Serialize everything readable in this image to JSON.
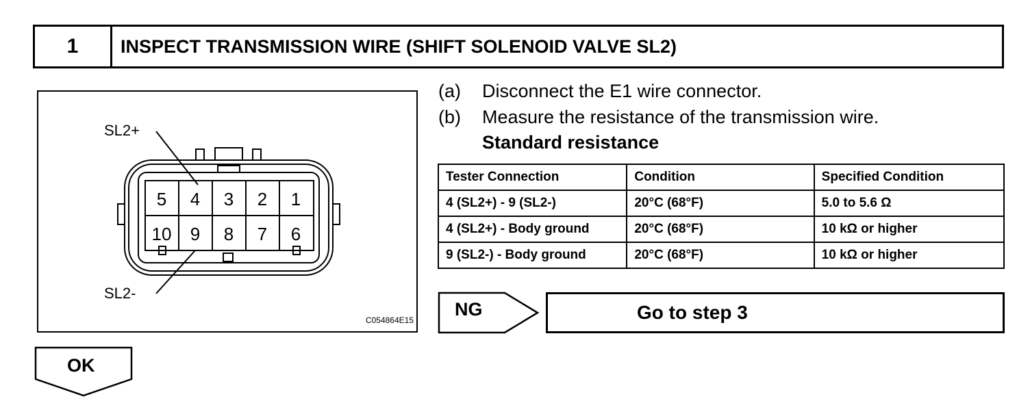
{
  "step": {
    "number": "1",
    "title": "INSPECT TRANSMISSION WIRE (SHIFT SOLENOID VALVE SL2)"
  },
  "figure": {
    "label_top": "SL2+",
    "label_bottom": "SL2-",
    "pins_top": [
      "5",
      "4",
      "3",
      "2",
      "1"
    ],
    "pins_bottom": [
      "10",
      "9",
      "8",
      "7",
      "6"
    ],
    "code": "C054864E15"
  },
  "instructions": [
    {
      "label": "(a)",
      "text": "Disconnect the E1 wire connector."
    },
    {
      "label": "(b)",
      "text": "Measure the resistance of the transmission wire."
    }
  ],
  "standard_label": "Standard resistance",
  "table": {
    "headers": [
      "Tester Connection",
      "Condition",
      "Specified Condition"
    ],
    "rows": [
      [
        "4 (SL2+) - 9 (SL2-)",
        "20°C (68°F)",
        "5.0 to 5.6 Ω"
      ],
      [
        "4 (SL2+) - Body ground",
        "20°C (68°F)",
        "10 kΩ or higher"
      ],
      [
        "9 (SL2-) - Body ground",
        "20°C (68°F)",
        "10 kΩ or higher"
      ]
    ]
  },
  "ng": {
    "label": "NG",
    "action": "Go to step 3"
  },
  "ok": {
    "label": "OK"
  }
}
